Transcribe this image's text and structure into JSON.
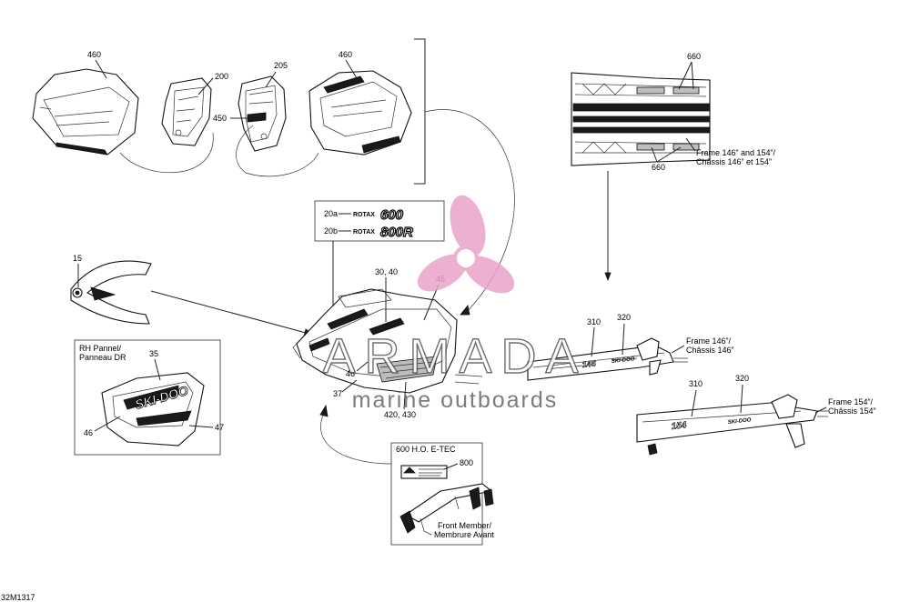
{
  "labels": {
    "l460a": "460",
    "l200": "200",
    "l205": "205",
    "l460b": "460",
    "l450": "450",
    "l660a": "660",
    "l660b": "660",
    "frame_both_1": "Frame 146” and 154”/",
    "frame_both_2": "Châssis 146” et 154”",
    "l20a": "20a",
    "l20b": "20b",
    "l15": "15",
    "l3040": "30, 40",
    "l45": "45",
    "rh_1": "RH Pannel/",
    "rh_2": "Panneau DR",
    "l35": "35",
    "l46a": "46",
    "l47": "47",
    "l46b": "46",
    "l37": "37",
    "l420430": "420, 430",
    "l310a": "310",
    "l320a": "320",
    "frame146_1": "Frame 146”/",
    "frame146_2": "Châssis 146”",
    "l310b": "310",
    "l320b": "320",
    "frame154_1": "Frame 154”/",
    "frame154_2": "Châssis 154”",
    "engine_title": "600 H.O. E-TEC",
    "l800": "800",
    "member_1": "Front Member/",
    "member_2": "Membrure Avant",
    "ref_code": "32M1317"
  },
  "decals": {
    "rotax": "ROTAX",
    "d600": "600",
    "d800r": "800R",
    "side_logo": "SKI-DOO",
    "tunnel_logo_146": "146",
    "tunnel_logo_154": "154"
  },
  "watermark": {
    "brand": "ARMADA",
    "tagline": "marine outboards",
    "color": "#e9a3c9"
  }
}
